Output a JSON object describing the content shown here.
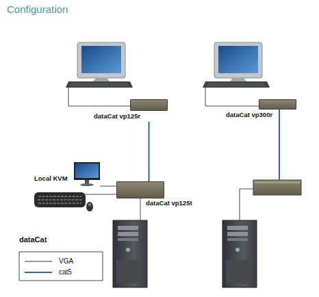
{
  "diagram": {
    "title": "Configuration",
    "nodes": [
      {
        "text": [
          "dataCat vp125r"
        ]
      },
      {
        "text": [
          "dataCat vp300r"
        ]
      },
      {
        "text": [
          "dataCat vp125t"
        ]
      }
    ],
    "edges": [
      {
        "from": 0,
        "to": 2,
        "arrow": "none"
      }
    ],
    "labels": [
      "Local KVM",
      "dataCat"
    ],
    "legend": [
      {
        "text": "VGA"
      },
      {
        "text": "cat5"
      }
    ]
  }
}
